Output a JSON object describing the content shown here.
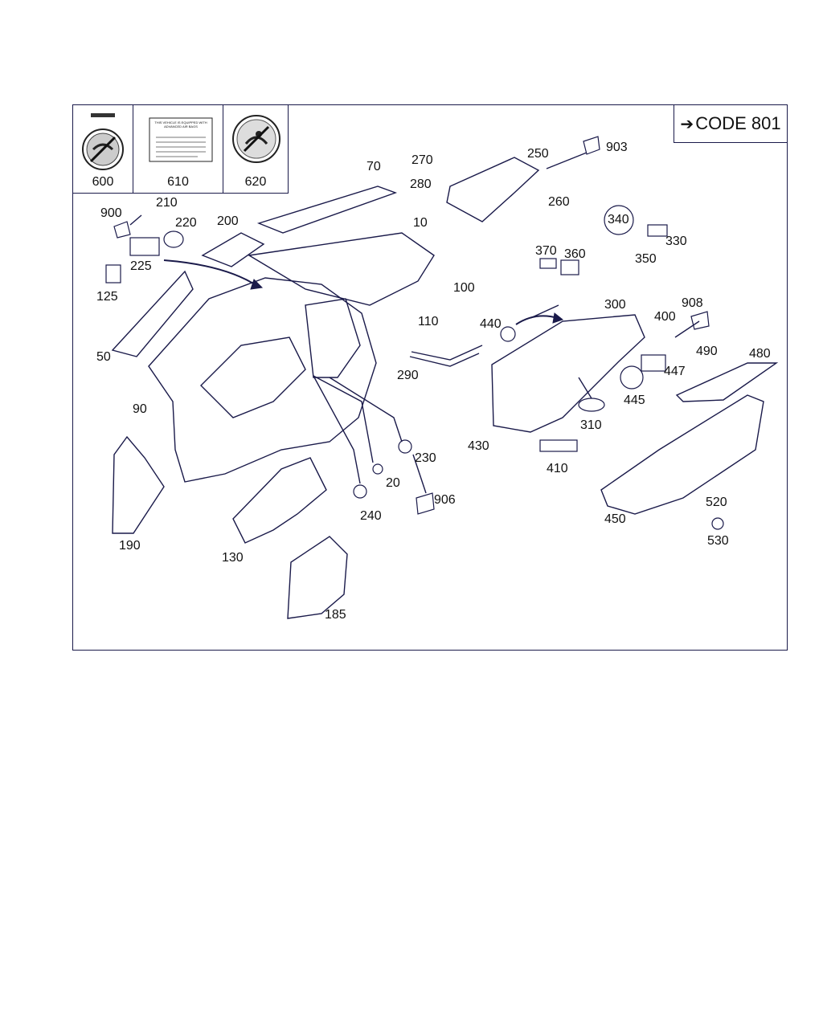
{
  "code_box": {
    "arrow": "➔",
    "text": "CODE 801"
  },
  "label_cells": [
    {
      "id": "600",
      "num": "600"
    },
    {
      "id": "610",
      "num": "610"
    },
    {
      "id": "620",
      "num": "620"
    }
  ],
  "callouts": [
    {
      "key": "c70",
      "text": "70"
    },
    {
      "key": "c250",
      "text": "250"
    },
    {
      "key": "c903",
      "text": "903"
    },
    {
      "key": "c270",
      "text": "270"
    },
    {
      "key": "c280",
      "text": "280"
    },
    {
      "key": "c260",
      "text": "260"
    },
    {
      "key": "c210",
      "text": "210"
    },
    {
      "key": "c900",
      "text": "900"
    },
    {
      "key": "c220",
      "text": "220"
    },
    {
      "key": "c200",
      "text": "200"
    },
    {
      "key": "c10",
      "text": "10"
    },
    {
      "key": "c340",
      "text": "340"
    },
    {
      "key": "c330",
      "text": "330"
    },
    {
      "key": "c350",
      "text": "350"
    },
    {
      "key": "c370",
      "text": "370"
    },
    {
      "key": "c360",
      "text": "360"
    },
    {
      "key": "c225",
      "text": "225"
    },
    {
      "key": "c125",
      "text": "125"
    },
    {
      "key": "c100",
      "text": "100"
    },
    {
      "key": "c300",
      "text": "300"
    },
    {
      "key": "c908",
      "text": "908"
    },
    {
      "key": "c400",
      "text": "400"
    },
    {
      "key": "c110",
      "text": "110"
    },
    {
      "key": "c440",
      "text": "440"
    },
    {
      "key": "c50",
      "text": "50"
    },
    {
      "key": "c490",
      "text": "490"
    },
    {
      "key": "c480",
      "text": "480"
    },
    {
      "key": "c447",
      "text": "447"
    },
    {
      "key": "c290",
      "text": "290"
    },
    {
      "key": "c445",
      "text": "445"
    },
    {
      "key": "c90",
      "text": "90"
    },
    {
      "key": "c310",
      "text": "310"
    },
    {
      "key": "c430",
      "text": "430"
    },
    {
      "key": "c230",
      "text": "230"
    },
    {
      "key": "c410",
      "text": "410"
    },
    {
      "key": "c20",
      "text": "20"
    },
    {
      "key": "c906",
      "text": "906"
    },
    {
      "key": "c520",
      "text": "520"
    },
    {
      "key": "c240",
      "text": "240"
    },
    {
      "key": "c450",
      "text": "450"
    },
    {
      "key": "c190",
      "text": "190"
    },
    {
      "key": "c530",
      "text": "530"
    },
    {
      "key": "c130",
      "text": "130"
    },
    {
      "key": "c185",
      "text": "185"
    }
  ],
  "warning_label": {
    "line1": "THIS VEHICLE IS EQUIPPED WITH",
    "line2": "ADVANCED AIR BAGS"
  },
  "colors": {
    "line": "#1a1a4a",
    "text": "#111111"
  }
}
